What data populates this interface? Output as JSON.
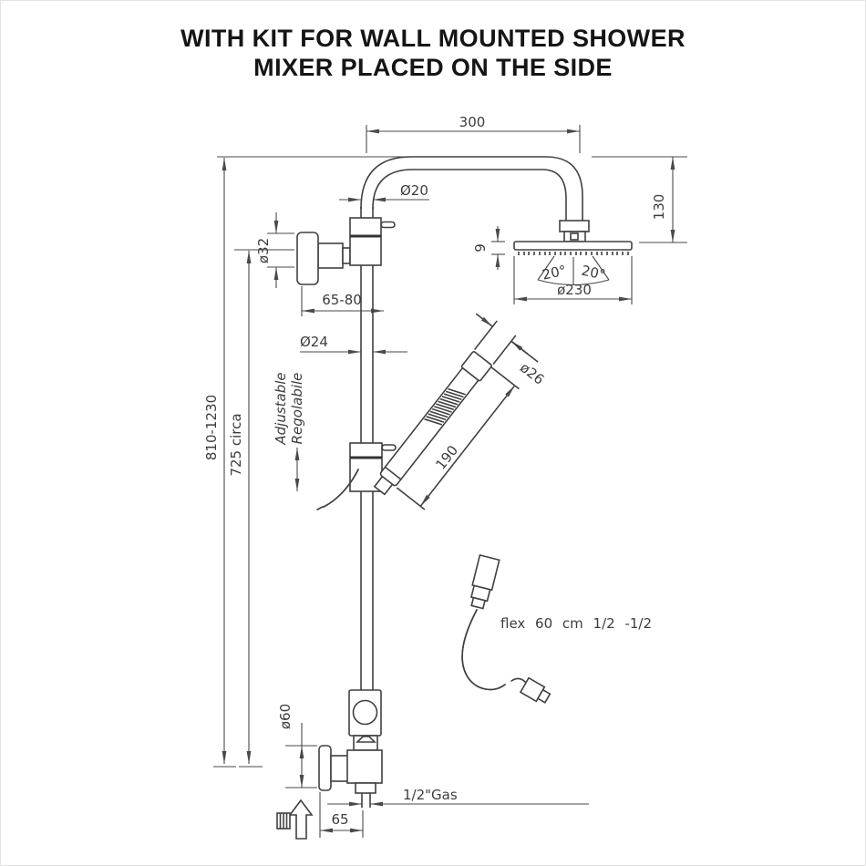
{
  "title": {
    "line1": "WITH KIT FOR WALL MOUNTED SHOWER",
    "line2": "MIXER PLACED ON THE SIDE"
  },
  "colors": {
    "background": "#ffffff",
    "line_color": "#404040",
    "dimension_text_color": "#3d3d3d",
    "title_color": "#151515",
    "hose_fill": "#aaaaaa",
    "hose_outline": "#4f4f4f"
  },
  "diagram": {
    "dimensions": {
      "arm_length": "300",
      "upper_pipe_diameter": "Ø20",
      "head_drop_height": "130",
      "head_thickness": "9",
      "spray_angle_left": "20°",
      "spray_angle_right": "20°",
      "head_diameter": "ø230",
      "wall_bracket_diameter": "ø32",
      "wall_distance_range": "65-80",
      "column_pipe_diameter": "Ø24",
      "hand_shower_diameter": "ø26",
      "hand_shower_length": "190",
      "overall_height_range": "810-1230",
      "column_height": "725 circa",
      "base_flange_diameter": "ø60",
      "thread_connection": "1/2\"Gas",
      "base_wall_distance": "65"
    },
    "labels": {
      "adjustable_en": "Adjustable",
      "adjustable_it": "Regolabile",
      "flex_hose": "flex 60 cm 1/2 -1/2"
    }
  }
}
